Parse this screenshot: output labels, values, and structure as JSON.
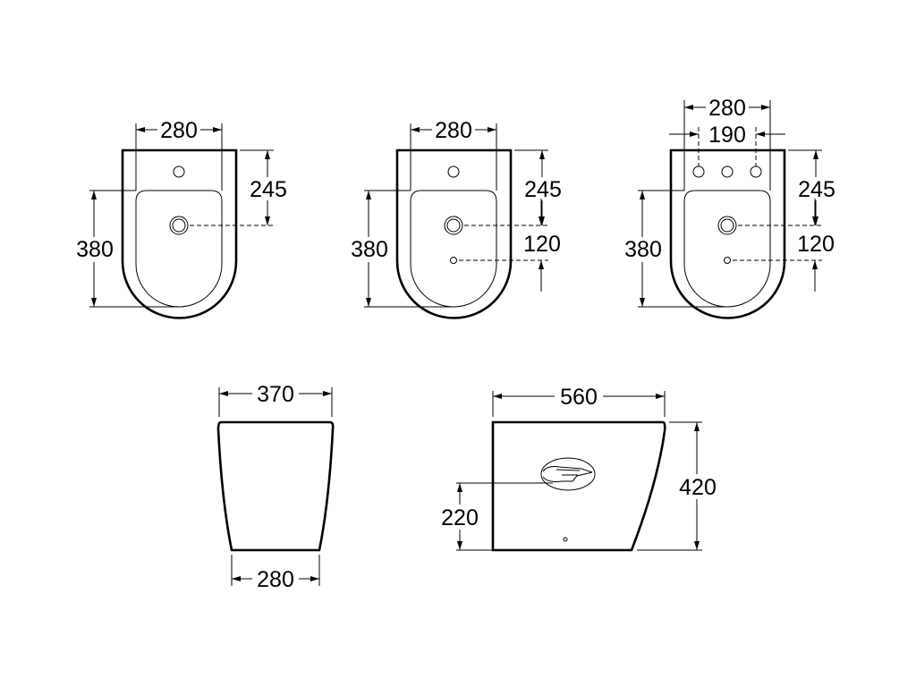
{
  "views": {
    "top_single_hole": {
      "width": "280",
      "drain_height": "245",
      "depth": "380"
    },
    "top_single_hole_overflow": {
      "width": "280",
      "drain_height": "245",
      "overflow_offset": "120",
      "depth": "380"
    },
    "top_three_hole": {
      "width": "280",
      "hole_spacing": "190",
      "drain_height": "245",
      "overflow_offset": "120",
      "depth": "380"
    },
    "front": {
      "top_width": "370",
      "bottom_width": "280"
    },
    "side": {
      "length": "560",
      "height": "420",
      "outlet_height": "220"
    }
  }
}
